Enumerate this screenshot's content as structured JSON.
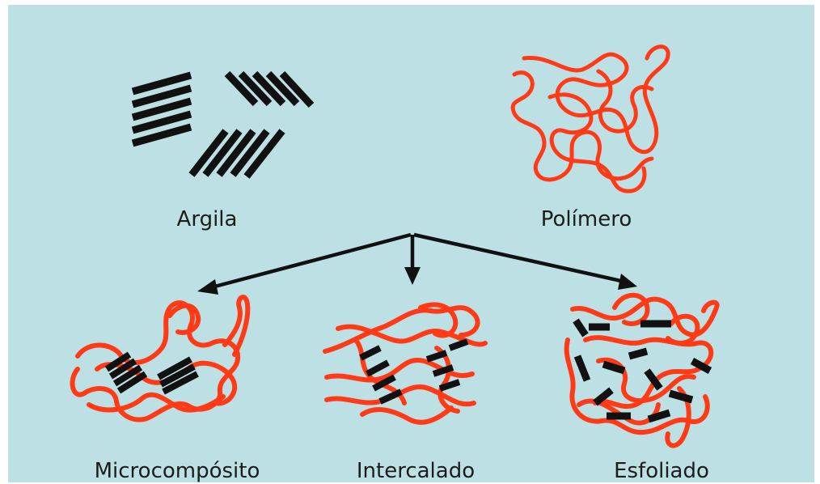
{
  "colors": {
    "background": "#bde0e4",
    "polymer": "#ff3a16",
    "clay": "#111111",
    "arrow": "#111111",
    "text": "#1c1c1c"
  },
  "labels": {
    "clay": "Argila",
    "polymer": "Polímero",
    "microcomposite": "Microcompósito",
    "intercalated": "Intercalado",
    "exfoliated": "Esfoliado"
  }
}
